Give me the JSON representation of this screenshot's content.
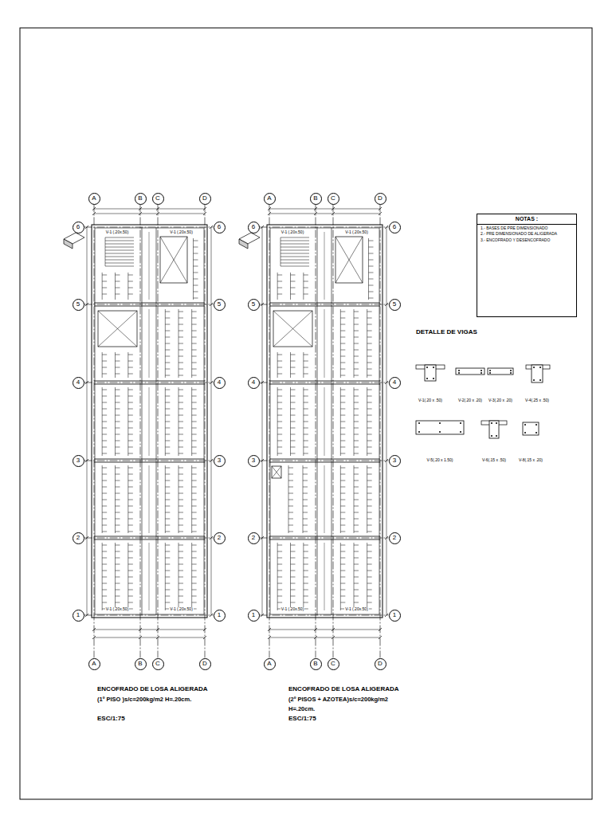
{
  "diagram": {
    "nodes": [
      {
        "text": [
          "A"
        ]
      },
      {
        "text": [
          "B"
        ]
      },
      {
        "text": [
          "C"
        ]
      },
      {
        "text": [
          "D"
        ]
      },
      {
        "text": [
          "6"
        ]
      },
      {
        "text": [
          "6"
        ]
      },
      {
        "text": [
          "5"
        ]
      },
      {
        "text": [
          "5"
        ]
      },
      {
        "text": [
          "4"
        ]
      },
      {
        "text": [
          "4"
        ]
      },
      {
        "text": [
          "3"
        ]
      },
      {
        "text": [
          "3"
        ]
      },
      {
        "text": [
          "2"
        ]
      },
      {
        "text": [
          "2"
        ]
      },
      {
        "text": [
          "1"
        ]
      },
      {
        "text": [
          "1"
        ]
      },
      {
        "text": [
          "A"
        ]
      },
      {
        "text": [
          "B"
        ]
      },
      {
        "text": [
          "C"
        ]
      },
      {
        "text": [
          "D"
        ]
      },
      {
        "text": [
          "A"
        ]
      },
      {
        "text": [
          "B"
        ]
      },
      {
        "text": [
          "C"
        ]
      },
      {
        "text": [
          "D"
        ]
      },
      {
        "text": [
          "6"
        ]
      },
      {
        "text": [
          "6"
        ]
      },
      {
        "text": [
          "5"
        ]
      },
      {
        "text": [
          "5"
        ]
      },
      {
        "text": [
          "4"
        ]
      },
      {
        "text": [
          "4"
        ]
      },
      {
        "text": [
          "3"
        ]
      },
      {
        "text": [
          "3"
        ]
      },
      {
        "text": [
          "2"
        ]
      },
      {
        "text": [
          "2"
        ]
      },
      {
        "text": [
          "1"
        ]
      },
      {
        "text": [
          "1"
        ]
      },
      {
        "text": [
          "A"
        ]
      },
      {
        "text": [
          "B"
        ]
      },
      {
        "text": [
          "C"
        ]
      },
      {
        "text": [
          "D"
        ]
      },
      {
        "text": [
          "NOTAS :",
          "1.- BASES DE PRE DIMENSIONADO",
          "2.- PRE DIMENSIONADO DE ALIGERADA",
          "3.- ENCOFRADO Y DESENCOFRADO"
        ]
      }
    ],
    "edges": [
      {
        "from": 0,
        "to": 16,
        "arrow": "none"
      },
      {
        "from": 1,
        "to": 17,
        "arrow": "none"
      },
      {
        "from": 2,
        "to": 18,
        "arrow": "none"
      },
      {
        "from": 3,
        "to": 19,
        "arrow": "none"
      },
      {
        "from": 4,
        "to": 5,
        "arrow": "none"
      },
      {
        "from": 6,
        "to": 7,
        "arrow": "none"
      },
      {
        "from": 8,
        "to": 9,
        "arrow": "none"
      },
      {
        "from": 10,
        "to": 11,
        "arrow": "none"
      },
      {
        "from": 12,
        "to": 13,
        "arrow": "none"
      },
      {
        "from": 14,
        "to": 15,
        "arrow": "none"
      },
      {
        "from": 20,
        "to": 36,
        "arrow": "none"
      },
      {
        "from": 21,
        "to": 37,
        "arrow": "none"
      },
      {
        "from": 22,
        "to": 38,
        "arrow": "none"
      },
      {
        "from": 23,
        "to": 39,
        "arrow": "none"
      },
      {
        "from": 24,
        "to": 25,
        "arrow": "none"
      },
      {
        "from": 26,
        "to": 27,
        "arrow": "none"
      },
      {
        "from": 28,
        "to": 29,
        "arrow": "none"
      },
      {
        "from": 30,
        "to": 31,
        "arrow": "none"
      },
      {
        "from": 32,
        "to": 33,
        "arrow": "none"
      },
      {
        "from": 34,
        "to": 35,
        "arrow": "none"
      }
    ],
    "labels": [
      "ENCOFRADO DE LOSA ALIGERADA",
      "(1º PISO )s/c=200kg/m2 H=.20cm.",
      "ESC/1:75",
      "ENCOFRADO DE LOSA ALIGERADA",
      "(2º PISOS + AZOTEA)s/c=200kg/m2",
      "H=.20cm.",
      "ESC/1:75",
      "DETALLE DE VIGAS",
      "V-1(.20 x .50)",
      "V-2(.20 x .20)",
      "V-3(.20 x .20)",
      "V-4(.25 x .50)",
      "V-5(.20 x 1.50)",
      "V-6(.15 x .50)",
      "V-8(.15 x .20)",
      "V-1 (.20x.50)",
      "V-1 (.20x.50)",
      "V-1 (.20x.50)",
      "V-1 (.20x.50)",
      "V-1 (.20x.50)",
      "V-1 (.20x.50)",
      "V-1 (.20x.50)",
      "V-1 (.20x.50)"
    ]
  }
}
